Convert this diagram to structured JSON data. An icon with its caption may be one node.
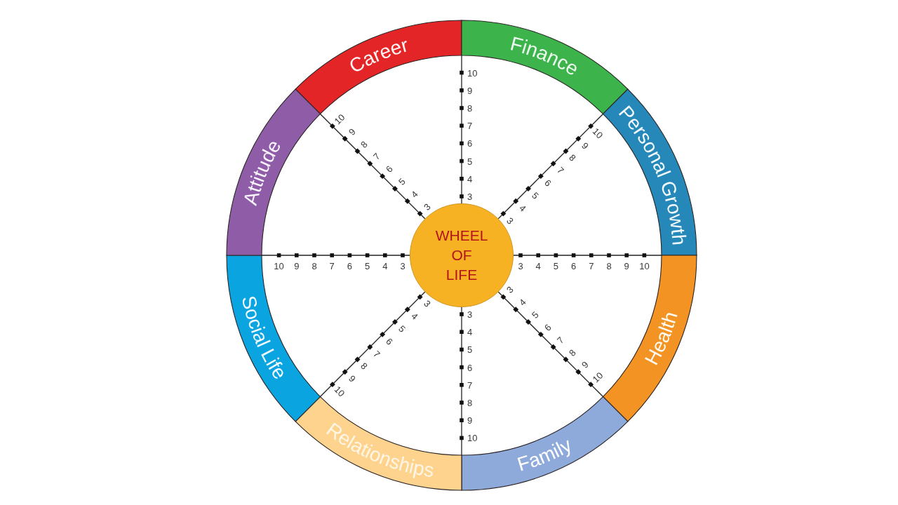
{
  "diagram": {
    "nodes": [
      {
        "text": [
          "Career"
        ]
      },
      {
        "text": [
          "Finance"
        ]
      },
      {
        "text": [
          "Personal Growth"
        ]
      },
      {
        "text": [
          "Health"
        ]
      },
      {
        "text": [
          "Family"
        ]
      },
      {
        "text": [
          "Relationships"
        ]
      },
      {
        "text": [
          "Social Life"
        ]
      },
      {
        "text": [
          "Attitude"
        ]
      },
      {
        "text": [
          "WHEEL OF LIFE"
        ]
      }
    ],
    "labels": [
      "3",
      "4",
      "5",
      "6",
      "7",
      "8",
      "9",
      "10",
      "3",
      "4",
      "5",
      "6",
      "7",
      "8",
      "9",
      "10",
      "3",
      "4",
      "5",
      "6",
      "7",
      "8",
      "9",
      "10",
      "3",
      "4",
      "5",
      "6",
      "7",
      "8",
      "9",
      "10",
      "3",
      "4",
      "5",
      "6",
      "7",
      "8",
      "9",
      "10",
      "3",
      "4",
      "5",
      "6",
      "7",
      "8",
      "9",
      "10",
      "3",
      "4",
      "5",
      "6",
      "7",
      "8",
      "9",
      "10",
      "3",
      "4",
      "5",
      "6",
      "7",
      "8",
      "9",
      "10"
    ]
  }
}
